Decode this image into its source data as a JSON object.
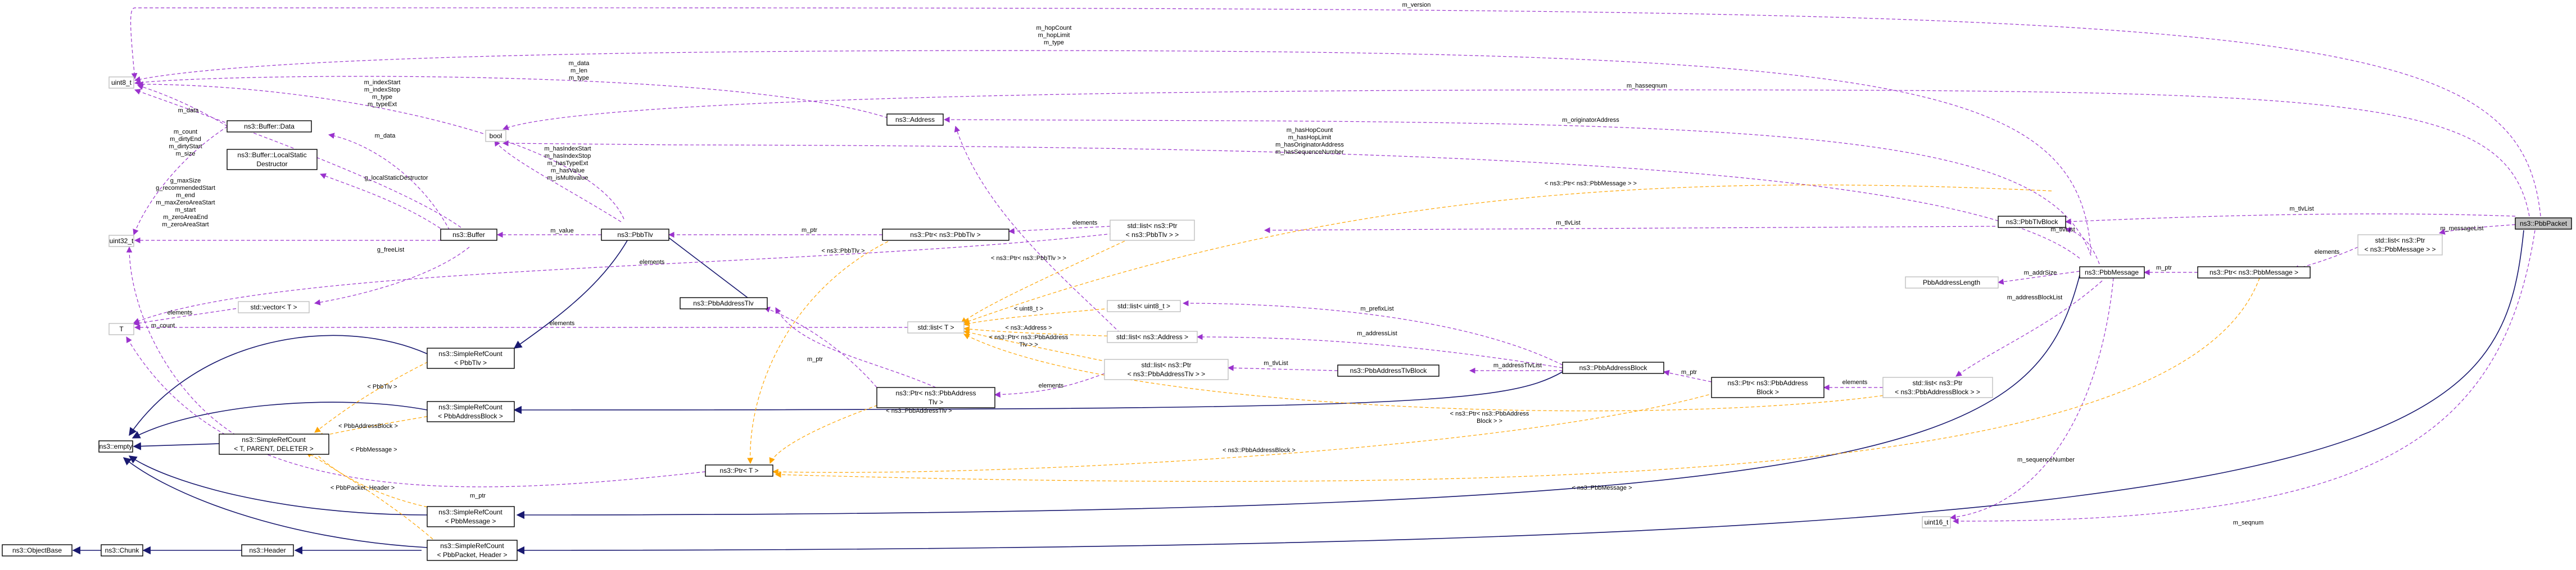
{
  "nodes": {
    "uint8": "uint8_t",
    "bool": "bool",
    "buffer_data": "ns3::Buffer::Data",
    "local_static": [
      "ns3::Buffer::LocalStatic",
      "Destructor"
    ],
    "uint32": "uint32_t",
    "vector_t": "std::vector< T >",
    "T": "T",
    "empty": "ns3::empty",
    "object_base": "ns3::ObjectBase",
    "chunk": "ns3::Chunk",
    "header": "ns3::Header",
    "buffer": "ns3::Buffer",
    "address": "ns3::Address",
    "pbbtlv": "ns3::PbbTlv",
    "pbb_address_tlv": "ns3::PbbAddressTlv",
    "src_pbbtlv": [
      "ns3::SimpleRefCount",
      "< PbbTlv >"
    ],
    "src_pbbaddressblock": [
      "ns3::SimpleRefCount",
      "< PbbAddressBlock >"
    ],
    "src_generic": [
      "ns3::SimpleRefCount",
      "< T, PARENT, DELETER >"
    ],
    "src_pbbmessage": [
      "ns3::SimpleRefCount",
      "< PbbMessage >"
    ],
    "src_pbbpacket": [
      "ns3::SimpleRefCount",
      "< PbbPacket, Header >"
    ],
    "ptr_pbbtlv": "ns3::Ptr< ns3::PbbTlv >",
    "list_ptr_pbbtlv": [
      "std::list< ns3::Ptr",
      "< ns3::PbbTlv > >"
    ],
    "list_uint8": "std::list< uint8_t >",
    "list_t": "std::list< T >",
    "list_address": "std::list< ns3::Address >",
    "list_ptr_pbbaddresstlv": [
      "std::list< ns3::Ptr",
      "< ns3::PbbAddressTlv > >"
    ],
    "ptr_pbbaddresstlv": [
      "ns3::Ptr< ns3::PbbAddress",
      "Tlv >"
    ],
    "ptr_t": "ns3::Ptr< T >",
    "pbbtlvblock": "ns3::PbbTlvBlock",
    "pbbaddresstlvblock": "ns3::PbbAddressTlvBlock",
    "pbbaddressblock": "ns3::PbbAddressBlock",
    "ptr_pbbaddressblock": [
      "ns3::Ptr< ns3::PbbAddress",
      "Block >"
    ],
    "list_ptr_pbbaddressblock": [
      "std::list< ns3::Ptr",
      "< ns3::PbbAddressBlock > >"
    ],
    "pbbaddresslength": "PbbAddressLength",
    "pbbmessage": "ns3::PbbMessage",
    "ptr_pbbmessage": "ns3::Ptr< ns3::PbbMessage >",
    "list_ptr_pbbmessage": [
      "std::list< ns3::Ptr",
      "< ns3::PbbMessage > >"
    ],
    "uint16": "uint16_t",
    "pbbpacket": "ns3::PbbPacket"
  },
  "edge_labels": {
    "m_version": "m_version",
    "hop": [
      "m_hopCount",
      "m_hopLimit",
      "m_type"
    ],
    "m_hasseqnum": "m_hasseqnum",
    "data_len_type": [
      "m_data",
      "m_len",
      "m_type"
    ],
    "index_group": [
      "m_indexStart",
      "m_indexStop",
      "m_type",
      "m_typeExt"
    ],
    "buffer_m_data": "m_data",
    "address_m_data": "m_data",
    "count_group": [
      "m_count",
      "m_dirtyEnd",
      "m_dirtyStart",
      "m_size"
    ],
    "originator": "m_originatorAddress",
    "has_group": [
      "m_hasHopCount",
      "m_hasHopLimit",
      "m_hasOriginatorAddress",
      "m_hasSequenceNumber"
    ],
    "tlv_has": [
      "m_hasIndexStart",
      "m_hasIndexStop",
      "m_hasTypeExt",
      "m_hasValue",
      "m_isMultivalue"
    ],
    "buffer_group": [
      "g_maxSize",
      "g_recommendedStart",
      "m_end",
      "m_maxZeroAreaStart",
      "m_start",
      "m_zeroAreaEnd",
      "m_zeroAreaStart"
    ],
    "local_static_dtor": "g_localStaticDestructor",
    "g_freeList": "g_freeList",
    "m_value": "m_value",
    "m_ptr_tlv": "m_ptr",
    "elements_pbbtlv": "elements",
    "elements_vector": "elements",
    "ptr_pbbmessage_top": "< ns3::Ptr< ns3::PbbMessage > >",
    "m_tlvList_top": "m_tlvList",
    "m_tlvList_packet": "m_tlvList",
    "m_messageList": "m_messageList",
    "m_tlvList_msg": "m_tlvList",
    "m_addrSize": "m_addrSize",
    "m_ptr_msg": "m_ptr",
    "elements_msg": "elements",
    "m_addressBlockList": "m_addressBlockList",
    "ptr_pbbtlv_tmpl": "< ns3::PbbTlv >",
    "ptr_pbbtlv_tmpl2": "< ns3::Ptr< ns3::PbbTlv > >",
    "uint8_tmpl": "< uint8_t >",
    "address_tmpl": "< ns3::Address >",
    "ptr_pbbaddresstlv_tmpl": [
      "< ns3::Ptr< ns3::PbbAddress",
      "Tlv > >"
    ],
    "m_prefixList": "m_prefixList",
    "m_addressList": "m_addressList",
    "m_addressTlvList": "m_addressTlvList",
    "m_tlvList_addr": "m_tlvList",
    "elements_addrtlv": "elements",
    "m_ptr_block": "m_ptr",
    "elements_block": "elements",
    "ptr_pbbaddressblock_tmpl": [
      "< ns3::Ptr< ns3::PbbAddress",
      "Block > >"
    ],
    "m_ptr_addrtlv": "m_ptr",
    "elements_T": "elements",
    "m_count": "m_count",
    "elements_uint32": "elements",
    "pbbtlv_tmpl": "< PbbTlv >",
    "pbbaddressblock_tmpl": "< PbbAddressBlock >",
    "pbbmessage_tmpl": "< PbbMessage >",
    "pbbpacket_header_tmpl": "< PbbPacket, Header >",
    "pbbaddresstlv_tmpl": "< ns3::PbbAddressTlv >",
    "pbbaddressblock_tmpl2": "< ns3::PbbAddressBlock >",
    "pbbmessage_tmpl2": "< ns3::PbbMessage >",
    "m_ptr_T": "m_ptr",
    "m_sequenceNumber": "m_sequenceNumber",
    "m_seqnum": "m_seqnum"
  },
  "colors": {
    "inheritance": "#191970",
    "usage": "#9a32cd",
    "template": "#ffa500",
    "root_fill": "#bfbfbf",
    "faint_border": "#bfbfbf"
  }
}
